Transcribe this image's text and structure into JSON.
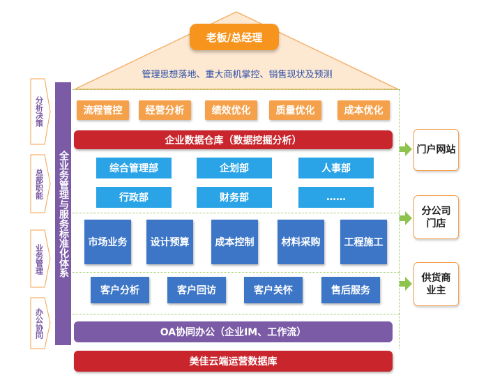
{
  "top": {
    "title": "老板/总经理",
    "subtitle": "管理思想落地、重大商机掌控、销售现状及预测"
  },
  "analysis_row": [
    "流程管控",
    "经营分析",
    "绩效优化",
    "质量优化",
    "成本优化"
  ],
  "data_warehouse": "企业数据仓库（数据挖掘分析）",
  "hq_row1": [
    "综合管理部",
    "企划部",
    "人事部"
  ],
  "hq_row2": [
    "行政部",
    "财务部",
    "……"
  ],
  "business_row": [
    "市场业务",
    "设计预算",
    "成本控制",
    "材料采购",
    "工程施工"
  ],
  "customer_row": [
    "客户分析",
    "客户回访",
    "客户关怀",
    "售后服务"
  ],
  "oa_bar": "OA协同办公（企业IM、工作流）",
  "db_bar": "美佳云端运营数据库",
  "vertical_title": "全业务管理与服务标准化体系",
  "side_labels": [
    "分析决策",
    "总部职能",
    "业务管理",
    "办公协同"
  ],
  "right_boxes": [
    "门户网站",
    "分公司门店",
    "供货商业主"
  ],
  "colors": {
    "orange": "#f5a04a",
    "blue": "#3d76c7",
    "light_blue": "#2aa4e6",
    "red": "#c9252c",
    "purple": "#7b5aa6",
    "green": "#8ec44d"
  }
}
